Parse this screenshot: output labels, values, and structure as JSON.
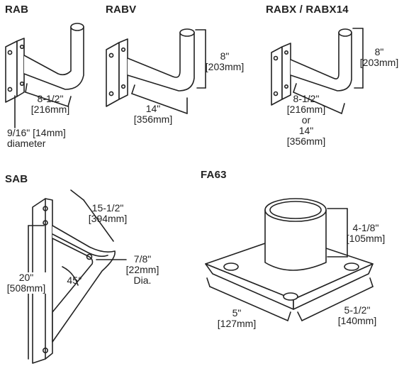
{
  "rab": {
    "title": "RAB",
    "length": "8-1/2\"",
    "length_mm": "[216mm]",
    "hole": "9/16\" [14mm]",
    "hole_desc": "diameter"
  },
  "rabv": {
    "title": "RABV",
    "height": "8\"",
    "height_mm": "[203mm]",
    "length": "14\"",
    "length_mm": "[356mm]"
  },
  "rabx": {
    "title": "RABX / RABX14",
    "height": "8\"",
    "height_mm": "[203mm]",
    "length_a": "8-1/2\"",
    "length_a_mm": "[216mm]",
    "or": "or",
    "length_b": "14\"",
    "length_b_mm": "[356mm]"
  },
  "sab": {
    "title": "SAB",
    "arm": "15-1/2\"",
    "arm_mm": "[394mm]",
    "hole": "7/8\"",
    "hole_mm": "[22mm]",
    "hole_desc": "Dia.",
    "height": "20\"",
    "height_mm": "[508mm]",
    "angle": "45°"
  },
  "fa63": {
    "title": "FA63",
    "height": "4-1/8\"",
    "height_mm": "[105mm]",
    "width_a": "5\"",
    "width_a_mm": "[127mm]",
    "width_b": "5-1/2\"",
    "width_b_mm": "[140mm]"
  }
}
